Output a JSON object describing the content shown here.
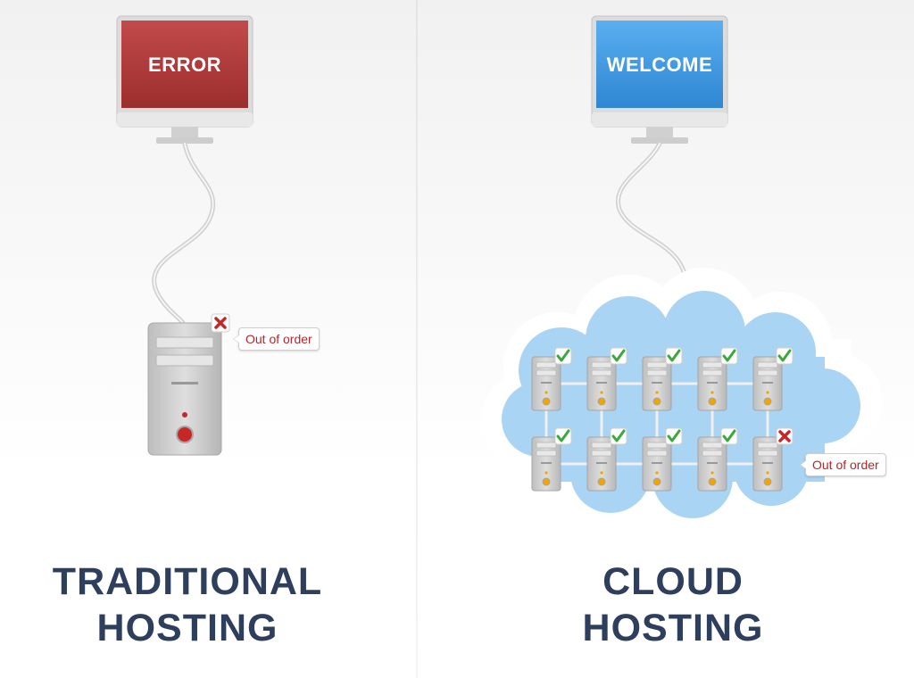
{
  "traditional": {
    "screen_text": "ERROR",
    "status_text": "Out of order",
    "heading_line1": "TRADITIONAL",
    "heading_line2": "HOSTING"
  },
  "cloud": {
    "screen_text": "WELCOME",
    "status_text": "Out of order",
    "heading_line1": "CLOUD",
    "heading_line2": "HOSTING",
    "servers": [
      [
        "ok",
        "ok",
        "ok",
        "ok",
        "ok"
      ],
      [
        "ok",
        "ok",
        "ok",
        "ok",
        "failed"
      ]
    ]
  },
  "colors": {
    "error_screen": "#b33a3a",
    "welcome_screen": "#3d9be3",
    "heading": "#2e3f5e",
    "cloud": "#a9d4f3",
    "check": "#3aa83a",
    "cross": "#c62828"
  }
}
